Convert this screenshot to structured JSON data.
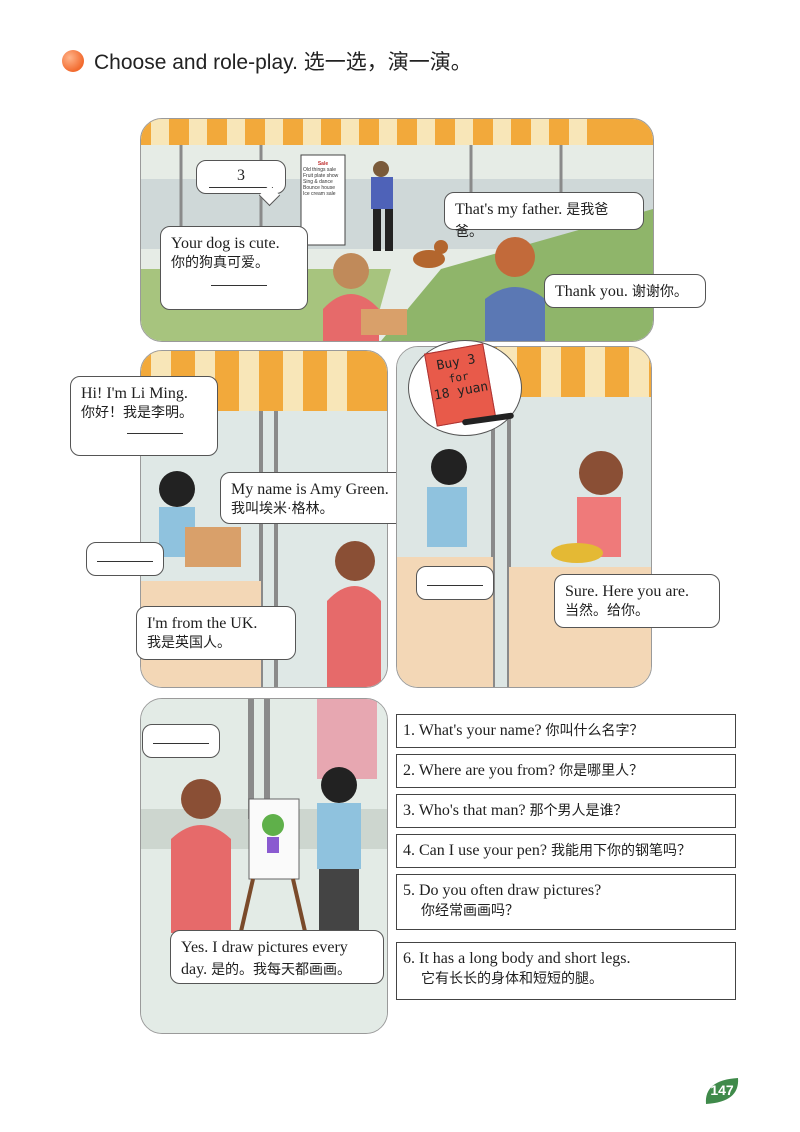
{
  "header": {
    "title": "Choose and role-play. 选一选，演一演。"
  },
  "panel1": {
    "sign_lines": [
      "Sale",
      "Old things sale",
      "Fruit plate show",
      "Sing & dance",
      "Bounce house",
      "Ice cream sale"
    ],
    "bubble_blank_num": "3",
    "bubble_dog_en": "Your dog is cute.",
    "bubble_dog_zh": "你的狗真可爱。",
    "bubble_father_en": "That's my father.",
    "bubble_father_zh": "是我爸爸。",
    "bubble_thanks_en": "Thank you.",
    "bubble_thanks_zh": "谢谢你。"
  },
  "panel2": {
    "bubble_hi_en": "Hi! I'm Li Ming.",
    "bubble_hi_zh": "你好！我是李明。",
    "bubble_name_en": "My name is Amy Green.",
    "bubble_name_zh": "我叫埃米·格林。",
    "bubble_uk_en": "I'm from the UK.",
    "bubble_uk_zh": "我是英国人。"
  },
  "panel3": {
    "sign_line1": "Buy 3",
    "sign_line2": "for",
    "sign_line3": "18 yuan",
    "bubble_sure_en": "Sure. Here you are.",
    "bubble_sure_zh": "当然。给你。"
  },
  "panel4": {
    "bubble_yes_en": "Yes. I draw pictures every day.",
    "bubble_yes_zh": "是的。我每天都画画。"
  },
  "choices": [
    {
      "en": "1. What's your name?",
      "zh": "你叫什么名字？"
    },
    {
      "en": "2. Where are you from?",
      "zh": "你是哪里人？"
    },
    {
      "en": "3. Who's that man?",
      "zh": "那个男人是谁？"
    },
    {
      "en": "4. Can I use your pen?",
      "zh": "我能用下你的钢笔吗？"
    },
    {
      "en": "5. Do you often draw pictures?",
      "zh": "你经常画画吗？"
    },
    {
      "en": "6. It has a long body and short legs.",
      "zh": "它有长长的身体和短短的腿。"
    }
  ],
  "page_number": "147",
  "colors": {
    "accent": "#f26a2e",
    "awning_orange": "#f2a93b",
    "page_badge": "#3f8a4a"
  }
}
